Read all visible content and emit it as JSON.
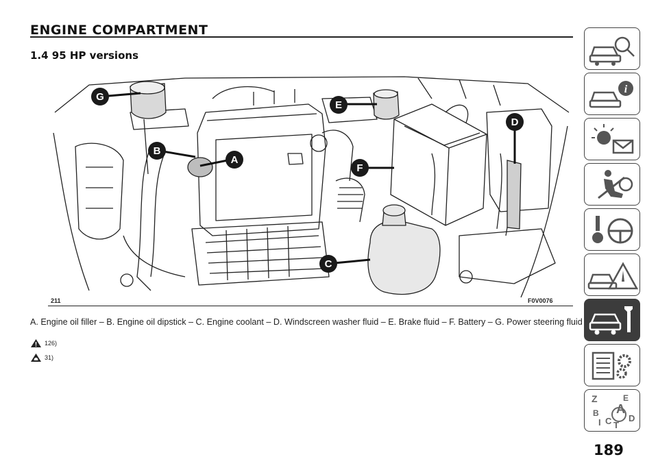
{
  "header": {
    "title": "ENGINE COMPARTMENT",
    "subtitle": "1.4 95 HP versions"
  },
  "figure": {
    "number": "211",
    "code": "F0V0076",
    "callouts": [
      "G",
      "E",
      "D",
      "B",
      "A",
      "F",
      "C"
    ]
  },
  "caption": "A. Engine oil filler – B. Engine oil dipstick – C. Engine coolant – D. Windscreen washer fluid – E. Brake fluid – F. Battery – G. Power steering fluid",
  "references": [
    {
      "icon": "warning-triangle-icon",
      "text": "126)"
    },
    {
      "icon": "caution-hand-triangle-icon",
      "text": "31)"
    }
  ],
  "page_number": "189",
  "side_tabs": [
    {
      "icon": "car-search-icon",
      "active": false
    },
    {
      "icon": "car-info-icon",
      "active": false
    },
    {
      "icon": "warning-lights-message-icon",
      "active": false
    },
    {
      "icon": "seat-airbag-icon",
      "active": false
    },
    {
      "icon": "key-steering-wheel-icon",
      "active": false
    },
    {
      "icon": "car-emergency-icon",
      "active": true
    },
    {
      "icon": "car-service-icon",
      "active": false
    },
    {
      "icon": "specs-gears-icon",
      "active": false
    },
    {
      "icon": "alphabetical-index-icon",
      "active": false
    }
  ]
}
